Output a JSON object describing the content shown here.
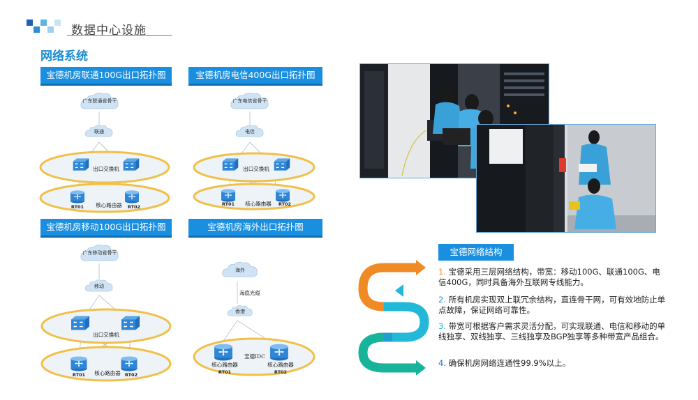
{
  "header": {
    "title": "数据中心设施",
    "section_title": "网络系统"
  },
  "colors": {
    "accent": "#1a8fe0",
    "ellipse_stroke": "#f0c04a",
    "ellipse_fill": "#eef3f8",
    "orange": "#f08a24",
    "cyan": "#22b8d8",
    "teal": "#17b39b",
    "blue": "#1f5fb8"
  },
  "topologies": [
    {
      "title": "宝德机房联通100G出口拓扑图",
      "backbone": "广东联通省骨干",
      "carrier": "联通",
      "switch_label": "出口交换机",
      "router_label": "核心路由器",
      "rt1": "RT01",
      "rt2": "RT02"
    },
    {
      "title": "宝德机房电信400G出口拓扑图",
      "backbone": "广东电信省骨干",
      "carrier": "电信",
      "switch_label": "出口交换机",
      "router_label": "核心路由器",
      "rt1": "RT01",
      "rt2": "RT02"
    },
    {
      "title": "宝德机房移动100G出口拓扑图",
      "backbone": "广东移动省骨干",
      "carrier": "移动",
      "switch_label": "出口交换机",
      "router_label": "核心路由器",
      "rt1": "RT01",
      "rt2": "RT02"
    },
    {
      "title": "宝德机房海外出口拓扑图",
      "backbone": "海外",
      "link_label": "海底光缆",
      "carrier": "香港",
      "idc_label": "宝德IDC",
      "router_label_1": "核心路由器",
      "router_label_2": "核心路由器",
      "rt1": "RT01",
      "rt2": "RT02"
    }
  ],
  "photos": [
    {
      "icon": "engineers-in-server-room-photo"
    },
    {
      "icon": "engineers-testing-equipment-photo"
    }
  ],
  "network_structure": {
    "title": "宝德网络结构",
    "points": [
      {
        "num": "1.",
        "text": "宝德采用三层网络结构，带宽：移动100G、联通100G、电信400G，同时具备海外互联网专线能力。"
      },
      {
        "num": "2.",
        "text": "所有机房实现双上联冗余结构，直连骨干网，可有效地防止单点故障，保证网络可靠性。"
      },
      {
        "num": "3.",
        "text": "带宽可根据客户需求灵活分配，可实现联通、电信和移动的单线独享、双线独享、三线独享及BGP独享等多种带宽产品组合。"
      },
      {
        "num": "4.",
        "text": "确保机房网络连通性99.9%以上。"
      }
    ]
  }
}
